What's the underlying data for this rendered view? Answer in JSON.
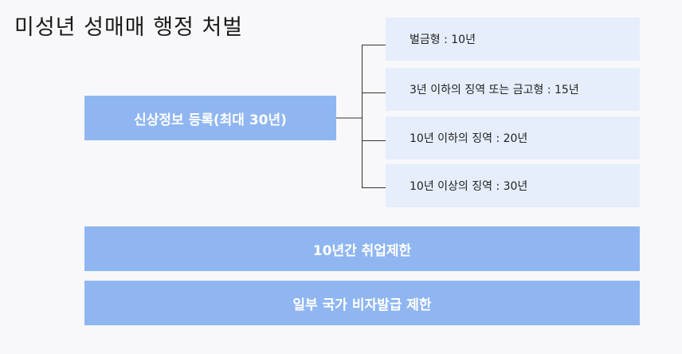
{
  "title": "미성년 성매매 행정 처벌",
  "main": {
    "label": "신상정보 등록(최대 30년)"
  },
  "branches": [
    {
      "label": "벌금형 : 10년"
    },
    {
      "label": "3년 이하의 징역 또는 금고형  : 15년"
    },
    {
      "label": "10년 이하의 징역 : 20년"
    },
    {
      "label": "10년 이상의 징역 : 30년"
    }
  ],
  "restrictions": [
    {
      "label": "10년간 취업제한"
    },
    {
      "label": "일부 국가 비자발급 제한"
    }
  ],
  "colors": {
    "primary_box": "#8fb6f1",
    "branch_box": "#e6eefc",
    "background": "#f8f8fa"
  }
}
